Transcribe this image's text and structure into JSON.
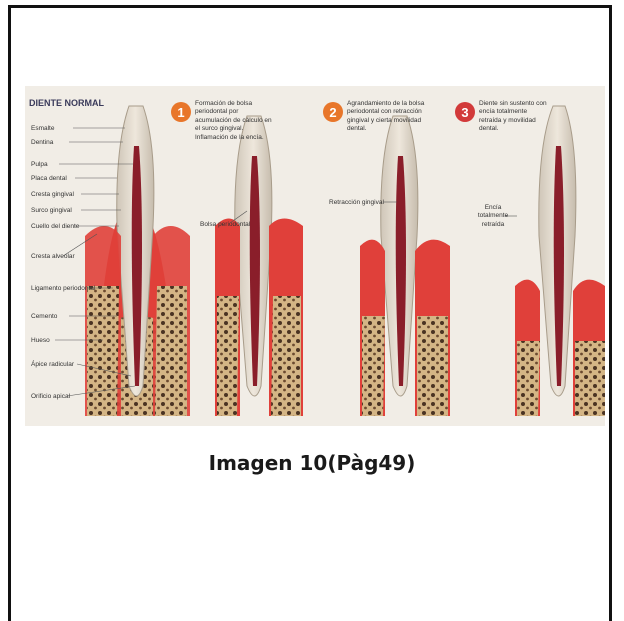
{
  "figure": {
    "normal": {
      "heading": "DIENTE NORMAL",
      "labels": [
        "Esmalte",
        "Dentina",
        "Pulpa",
        "Placa dental",
        "Cresta gingival",
        "Surco gingival",
        "Cuello del diente",
        "Cresta alveolar",
        "Ligamento periodontal",
        "Cemento",
        "Hueso",
        "Ápice radicular",
        "Orificio apical"
      ]
    },
    "stages": [
      {
        "number": "1",
        "text": "Formación de bolsa periodontal por acumulación de cálculo en el surco gingival. Inflamación de la encía.",
        "label": "Bolsa periodontal"
      },
      {
        "number": "2",
        "text": "Agrandamiento de la bolsa periodontal con retracción gingival y cierta movilidad dental.",
        "label": "Retracción gingival"
      },
      {
        "number": "3",
        "text": "Diente sin sustento con encía totalmente retraída y movilidad dental.",
        "label": "Encía totalmente retraída"
      }
    ],
    "colors": {
      "gum": "#e0403a",
      "bone": "#c9a97a",
      "enamel": "#e6ddd0",
      "pulp": "#8a1e2a",
      "badge": "#e8762a",
      "badge3": "#d23a3a",
      "background": "#f1ede6"
    }
  },
  "caption": "Imagen 10(Pàg49)"
}
